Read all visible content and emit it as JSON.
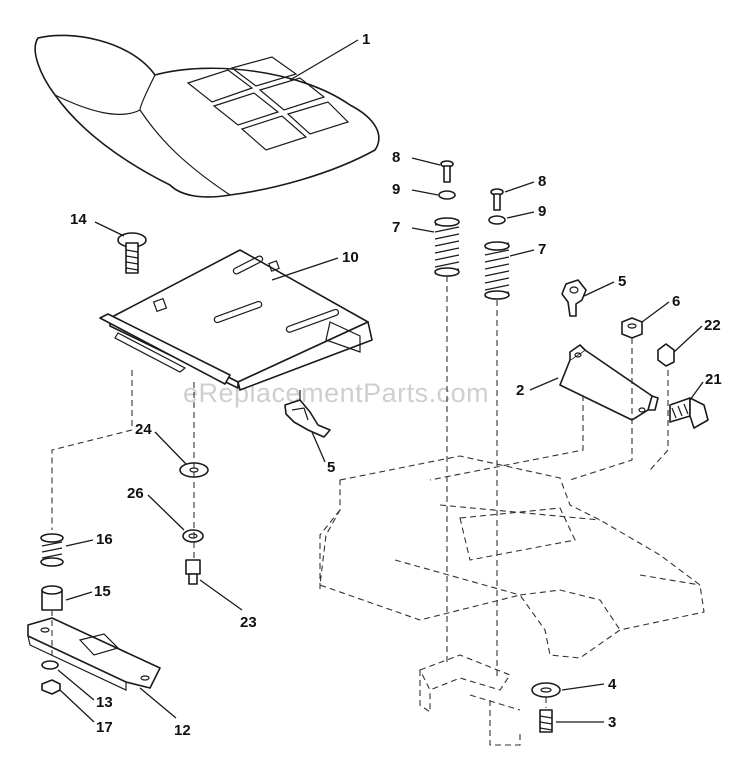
{
  "watermark": "eReplacementParts.com",
  "callouts": {
    "c1": "1",
    "c14": "14",
    "c10": "10",
    "c8a": "8",
    "c9a": "9",
    "c7a": "7",
    "c8b": "8",
    "c9b": "9",
    "c7b": "7",
    "c5a": "5",
    "c6": "6",
    "c22": "22",
    "c2": "2",
    "c21": "21",
    "c24": "24",
    "c5b": "5",
    "c26": "26",
    "c16": "16",
    "c15": "15",
    "c23": "23",
    "c13": "13",
    "c17": "17",
    "c12": "12",
    "c4": "4",
    "c3": "3"
  }
}
